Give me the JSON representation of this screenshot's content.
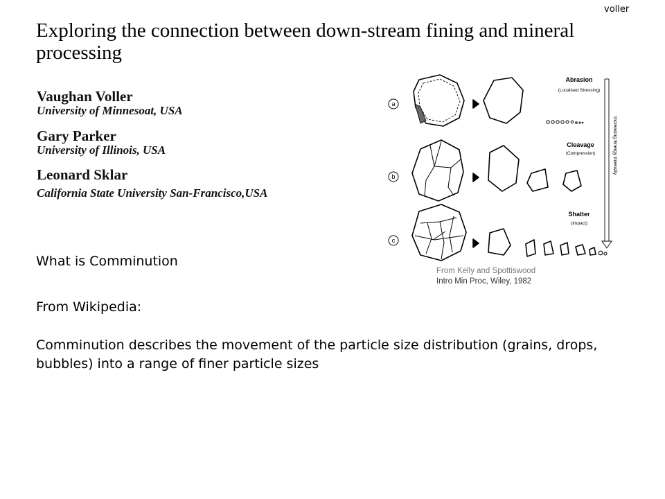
{
  "corner_tag": "voller",
  "title": "Exploring the connection between down-stream fining and mineral processing",
  "authors": [
    {
      "name": "Vaughan Voller",
      "affiliation": "University of Minnesoat, USA"
    },
    {
      "name": "Gary Parker",
      "affiliation": "University of Illinois, USA"
    },
    {
      "name": "Leonard Sklar",
      "affiliation": "California State University San-Francisco,USA"
    }
  ],
  "question": "What is Comminution",
  "source_label": "From Wikipedia:",
  "definition": "Comminution describes the movement of the particle size distribution (grains, drops, bubbles) into a range of finer particle sizes",
  "figure": {
    "row_labels": [
      "a",
      "b",
      "c"
    ],
    "mechanisms": [
      {
        "name": "Abrasion",
        "detail": "(Localised Stressing)"
      },
      {
        "name": "Cleavage",
        "detail": "(Compression)"
      },
      {
        "name": "Shatter",
        "detail": "(Impact)"
      }
    ],
    "arrow_label": "Increasing Energy Intensity",
    "caption_lines": [
      "From Kelly and Spottiswood",
      "Intro Min Proc, Wiley, 1982"
    ]
  }
}
